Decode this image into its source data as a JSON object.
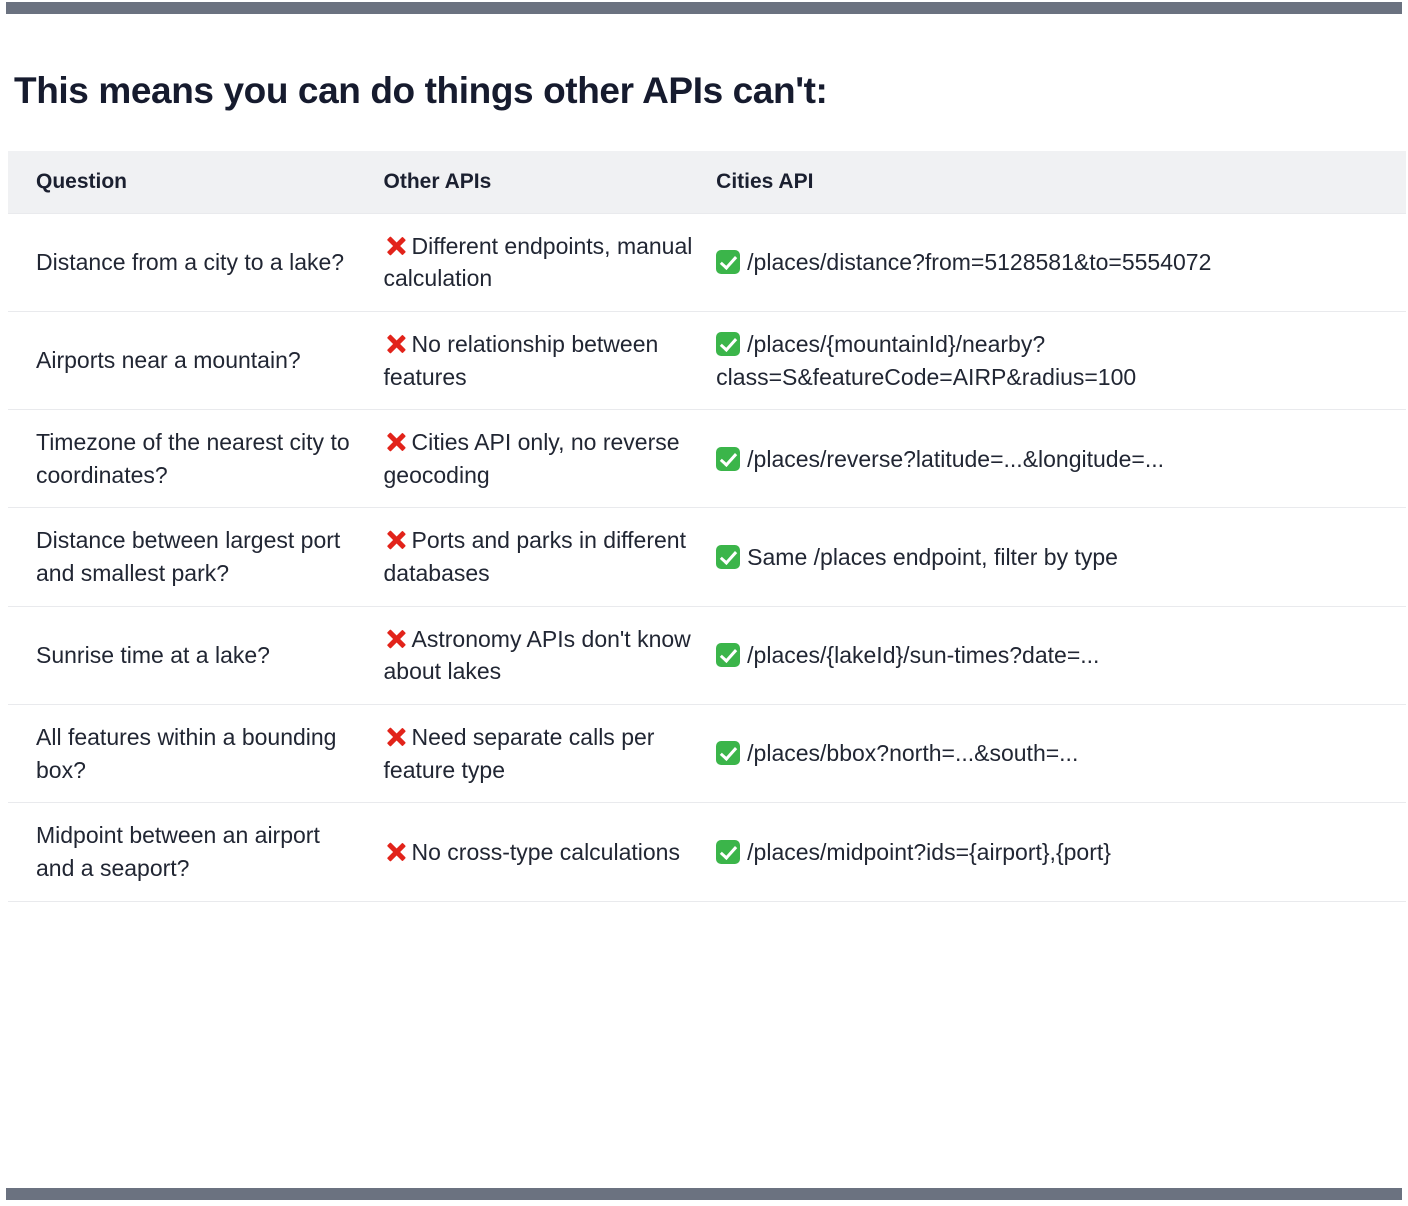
{
  "page": {
    "title": "This means you can do things other APIs can't:",
    "top_bar_color": "#6b7280",
    "bottom_bar_color": "#6b7280",
    "header_bg_color": "#f0f1f3",
    "x_mark_color": "#e2231a",
    "check_mark_color": "#3bb54a"
  },
  "table": {
    "columns": [
      {
        "key": "question",
        "label": "Question"
      },
      {
        "key": "other_apis",
        "label": "Other APIs"
      },
      {
        "key": "cities_api",
        "label": "Cities API"
      }
    ],
    "rows": [
      {
        "question": "Distance from a city to a lake?",
        "other_apis": "Different endpoints, manual calculation",
        "other_apis_icon": "x-mark-icon",
        "cities_api": "/places/distance?from=5128581&to=5554072",
        "cities_api_icon": "check-mark-icon"
      },
      {
        "question": "Airports near a mountain?",
        "other_apis": "No relationship between features",
        "other_apis_icon": "x-mark-icon",
        "cities_api": "/places/{mountainId}/nearby?class=S&featureCode=AIRP&radius=100",
        "cities_api_icon": "check-mark-icon"
      },
      {
        "question": "Timezone of the nearest city to coordinates?",
        "other_apis": "Cities API only, no reverse geocoding",
        "other_apis_icon": "x-mark-icon",
        "cities_api": "/places/reverse?latitude=...&longitude=...",
        "cities_api_icon": "check-mark-icon"
      },
      {
        "question": "Distance between largest port and smallest park?",
        "other_apis": "Ports and parks in different databases",
        "other_apis_icon": "x-mark-icon",
        "cities_api": "Same /places endpoint, filter by type",
        "cities_api_icon": "check-mark-icon"
      },
      {
        "question": "Sunrise time at a lake?",
        "other_apis": "Astronomy APIs don't know about lakes",
        "other_apis_icon": "x-mark-icon",
        "cities_api": "/places/{lakeId}/sun-times?date=...",
        "cities_api_icon": "check-mark-icon"
      },
      {
        "question": "All features within a bounding box?",
        "other_apis": "Need separate calls per feature type",
        "other_apis_icon": "x-mark-icon",
        "cities_api": "/places/bbox?north=...&south=...",
        "cities_api_icon": "check-mark-icon"
      },
      {
        "question": "Midpoint between an airport and a seaport?",
        "other_apis": "No cross-type calculations",
        "other_apis_icon": "x-mark-icon",
        "cities_api": "/places/midpoint?ids={airport},{port}",
        "cities_api_icon": "check-mark-icon"
      }
    ]
  }
}
